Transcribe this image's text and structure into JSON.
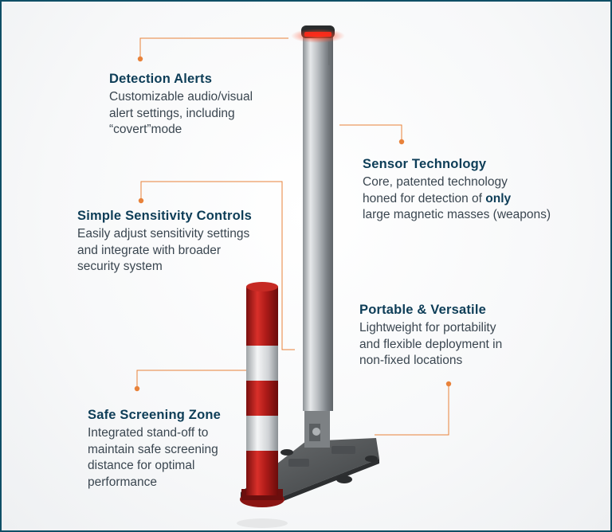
{
  "callouts": {
    "detection": {
      "title": "Detection Alerts",
      "lines": [
        "Customizable audio/visual",
        "alert settings, including",
        "“covert”mode"
      ]
    },
    "sensor": {
      "title": "Sensor Technology",
      "line1": "Core, patented technology",
      "line2_pre": "honed for detection of ",
      "line2_bold": "only",
      "line3": "large magnetic masses (weapons)"
    },
    "sensitivity": {
      "title": "Simple Sensitivity Controls",
      "lines": [
        "Easily adjust sensitivity settings",
        "and integrate with broader",
        "security system"
      ]
    },
    "portable": {
      "title": "Portable & Versatile",
      "lines": [
        "Lightweight for portability",
        "and flexible deployment in",
        "non-fixed locations"
      ]
    },
    "safe": {
      "title": "Safe Screening Zone",
      "lines": [
        "Integrated stand-off to",
        "maintain safe screening",
        "distance for optimal",
        "performance"
      ]
    }
  },
  "colors": {
    "accent_orange": "#e8823a",
    "heading_navy": "#0d3d57",
    "frame_border": "#0f4f66",
    "bollard_red": "#c8201e",
    "alert_light_red": "#ff2a1a"
  }
}
